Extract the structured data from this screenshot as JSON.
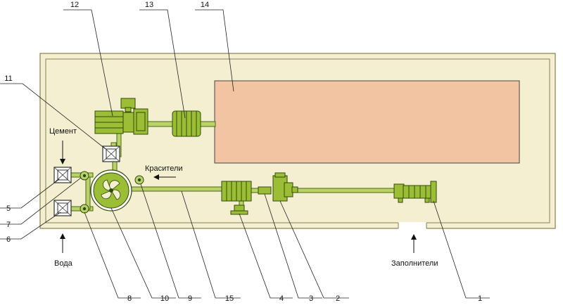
{
  "labels": {
    "cement": "Цемент",
    "dyes": "Красители",
    "water": "Вода",
    "aggregates": "Заполнители"
  },
  "callouts": [
    "1",
    "2",
    "3",
    "4",
    "5",
    "6",
    "7",
    "8",
    "9",
    "10",
    "11",
    "12",
    "13",
    "14",
    "15"
  ],
  "colors": {
    "floor": "#f4efd0",
    "floor_border": "#8a7f4e",
    "equipment": "#9cbd36",
    "equipment_stroke": "#2f4a08",
    "storage_area": "#f2c4a2",
    "storage_stroke": "#444444"
  }
}
